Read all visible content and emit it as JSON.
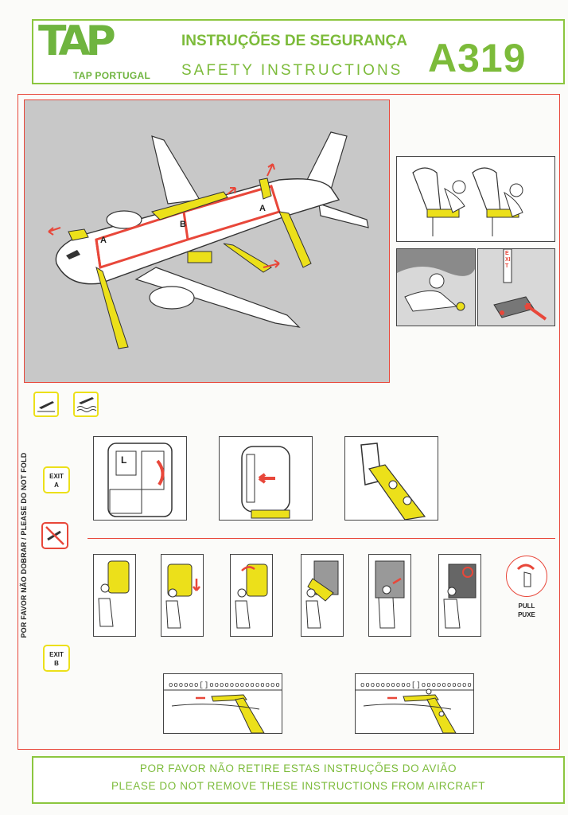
{
  "header": {
    "logo_text": "TAP",
    "logo_subtitle": "TAP PORTUGAL",
    "title_pt": "INSTRUÇÕES DE SEGURANÇA",
    "title_en": "SAFETY INSTRUCTIONS",
    "aircraft_model": "A319"
  },
  "side_note": "POR FAVOR NÃO DOBRAR / PLEASE DO NOT FOLD",
  "plane_diagram": {
    "exit_labels": [
      "A",
      "B",
      "A"
    ]
  },
  "brace": {
    "exit_sign": "EXIT"
  },
  "exits": {
    "a_label": "EXIT\nA",
    "b_label": "EXIT\nB",
    "door_letter": "L"
  },
  "pull": {
    "label_1": "PULL",
    "label_2": "PUXE"
  },
  "footer": {
    "line_pt": "POR FAVOR NÃO RETIRE ESTAS INSTRUÇÕES DO AVIÃO",
    "line_en": "PLEASE DO NOT REMOVE THESE INSTRUCTIONS FROM AIRCRAFT"
  },
  "colors": {
    "brand_green": "#7cbb3a",
    "frame_red": "#e8473a",
    "slide_yellow": "#ece01a"
  }
}
